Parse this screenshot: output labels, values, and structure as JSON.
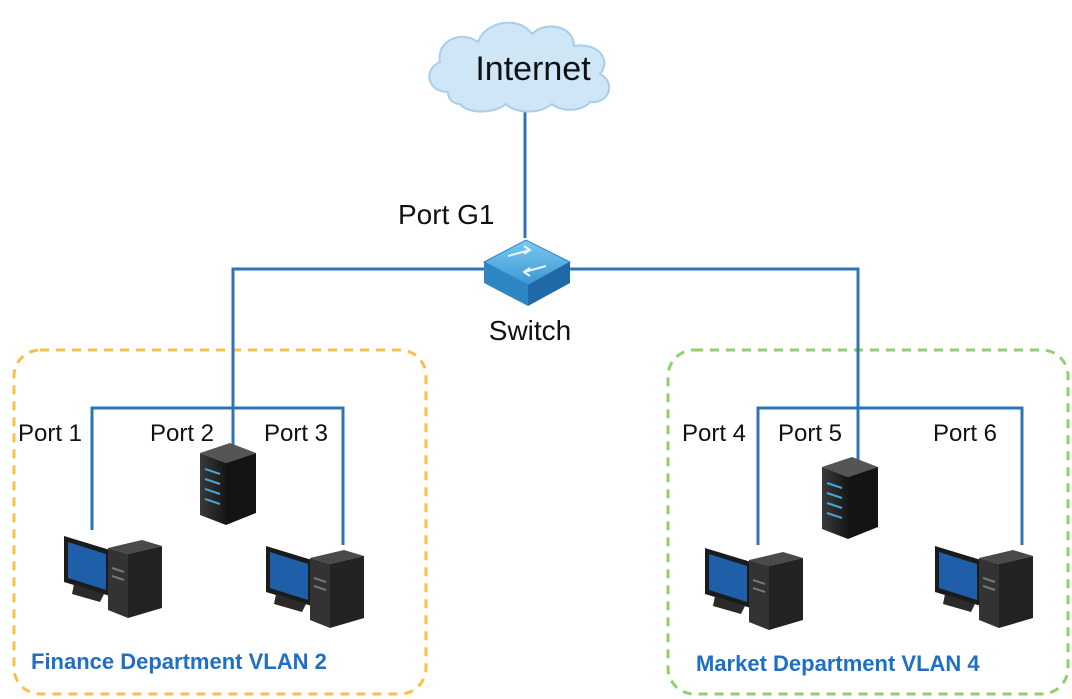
{
  "internet": {
    "label": "Internet",
    "color": "#cfe6f7"
  },
  "switch": {
    "label": "Switch",
    "uplink_port": "Port G1",
    "color": "#4aa3d8"
  },
  "link_color": "#2e74b5",
  "vlans": [
    {
      "title": "Finance Department VLAN 2",
      "border_color": "#f8c04a",
      "title_color": "#1f6fc5",
      "ports": [
        "Port 1",
        "Port 2",
        "Port 3"
      ],
      "devices": [
        "desktop-computer",
        "server",
        "desktop-computer"
      ]
    },
    {
      "title": "Market Department VLAN 4",
      "border_color": "#8fd16b",
      "title_color": "#1f6fc5",
      "ports": [
        "Port 4",
        "Port 5",
        "Port 6"
      ],
      "devices": [
        "desktop-computer",
        "server",
        "desktop-computer"
      ]
    }
  ]
}
